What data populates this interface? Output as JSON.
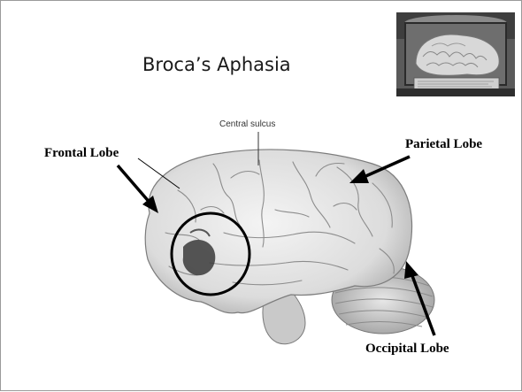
{
  "slide": {
    "title": "Broca’s Aphasia",
    "labels": {
      "frontal": "Frontal Lobe",
      "parietal": "Parietal Lobe",
      "occipital": "Occipital Lobe",
      "central_sulcus": "Central sulcus"
    }
  }
}
